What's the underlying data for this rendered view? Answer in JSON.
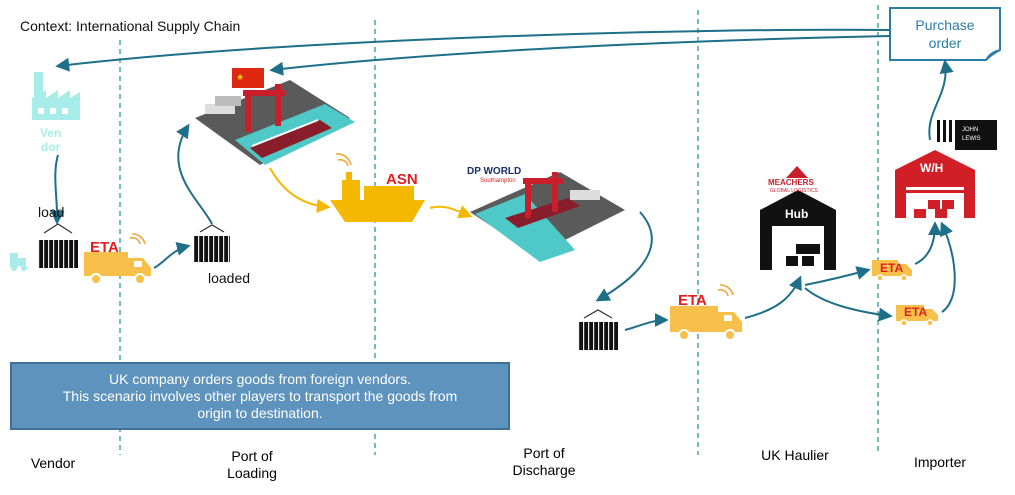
{
  "context_title": "Context: International Supply Chain",
  "lanes": [
    {
      "id": "vendor",
      "line1": "Vendor",
      "line2": ""
    },
    {
      "id": "port-of-loading",
      "line1": "Port of",
      "line2": "Loading"
    },
    {
      "id": "port-of-discharge",
      "line1": "Port of",
      "line2": "Discharge"
    },
    {
      "id": "uk-haulier",
      "line1": "UK Haulier",
      "line2": ""
    },
    {
      "id": "importer",
      "line1": "Importer",
      "line2": ""
    }
  ],
  "purchase_order": {
    "line1": "Purchase",
    "line2": "order"
  },
  "vendor_label": {
    "line1": "Ven",
    "line2": "dor"
  },
  "load_label": "load",
  "loaded_label": "loaded",
  "eta_label": "ETA",
  "asn_label": "ASN",
  "hub_label": "Hub",
  "warehouse_label": "W/H",
  "logos": {
    "dp_world": "DP WORLD",
    "dp_world_sub": "Southampton",
    "meachers": "MEACHERS",
    "meachers_sub": "GLOBAL LOGISTICS",
    "john_lewis": [
      "JOHN",
      "LEWIS"
    ]
  },
  "info_box": {
    "line1": "UK company orders goods from foreign vendors.",
    "line2": "This scenario involves other players to transport the goods from",
    "line3": "origin to destination."
  },
  "colors": {
    "teal": "#1e6f8a",
    "flow_yellow": "#f5b800",
    "eta_red": "#e02020",
    "lane_divider": "#2a9d8f",
    "info_box": "#5e93bd",
    "factory": "#a8ece9",
    "truck": "#f7c04a",
    "building": "#111111",
    "warehouse_red": "#d21f27"
  }
}
